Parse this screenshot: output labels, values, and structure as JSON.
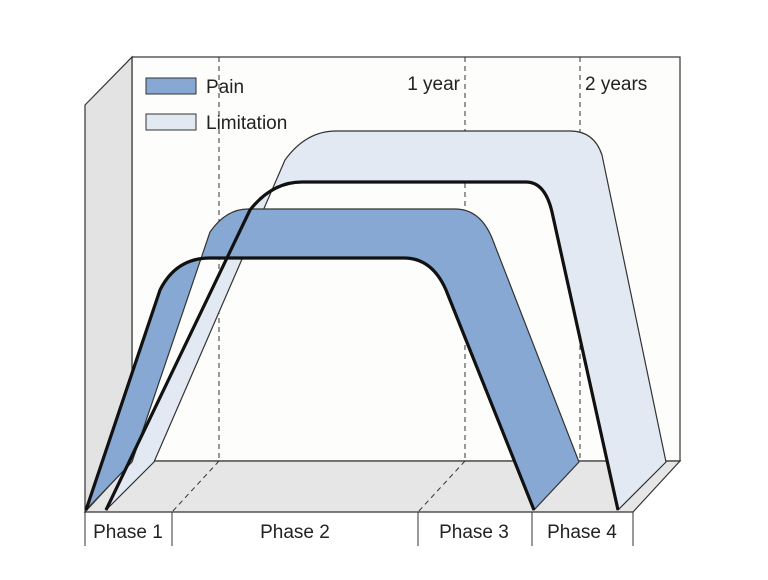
{
  "diagram": {
    "legend": {
      "items": [
        {
          "label": "Pain",
          "color": "#86a8d2"
        },
        {
          "label": "Limitation",
          "color": "#e2e9f3"
        }
      ]
    },
    "time_markers": [
      {
        "label": "1 year"
      },
      {
        "label": "2 years"
      }
    ],
    "phases": [
      {
        "label": "Phase 1"
      },
      {
        "label": "Phase 2"
      },
      {
        "label": "Phase 3"
      },
      {
        "label": "Phase 4"
      }
    ],
    "colors": {
      "pain": "#86a8d2",
      "limitation": "#e2e9f3",
      "back_wall": "#fdfdfb",
      "side_wall": "#e3e3e3",
      "floor": "#e6e6e6",
      "outline": "#1a1a1a"
    }
  }
}
